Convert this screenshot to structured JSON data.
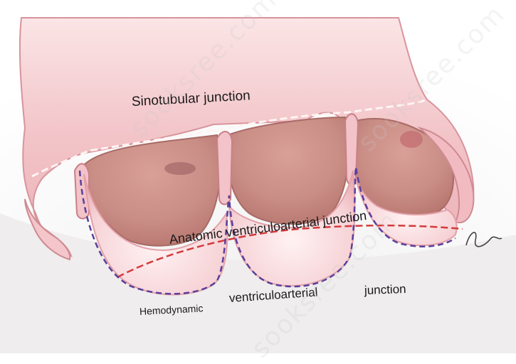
{
  "labels": {
    "sinotubular": "Sinotubular junction",
    "anatomic": "Anatomic ventriculoarterial junction",
    "hemodynamic_1": "Hemodynamic",
    "hemodynamic_2": "ventriculoarterial",
    "hemodynamic_3": "junction"
  },
  "watermark": "sooksree.com",
  "signature": "signature",
  "colors": {
    "tissue": "#f3bfc4",
    "tissue_shadow": "#d98e97",
    "sinus_inner": "#c88a82",
    "stj_line": "#fff4f2",
    "anatomic_line": "#d23b3b",
    "hemodynamic_line": "#5a3f9c"
  }
}
